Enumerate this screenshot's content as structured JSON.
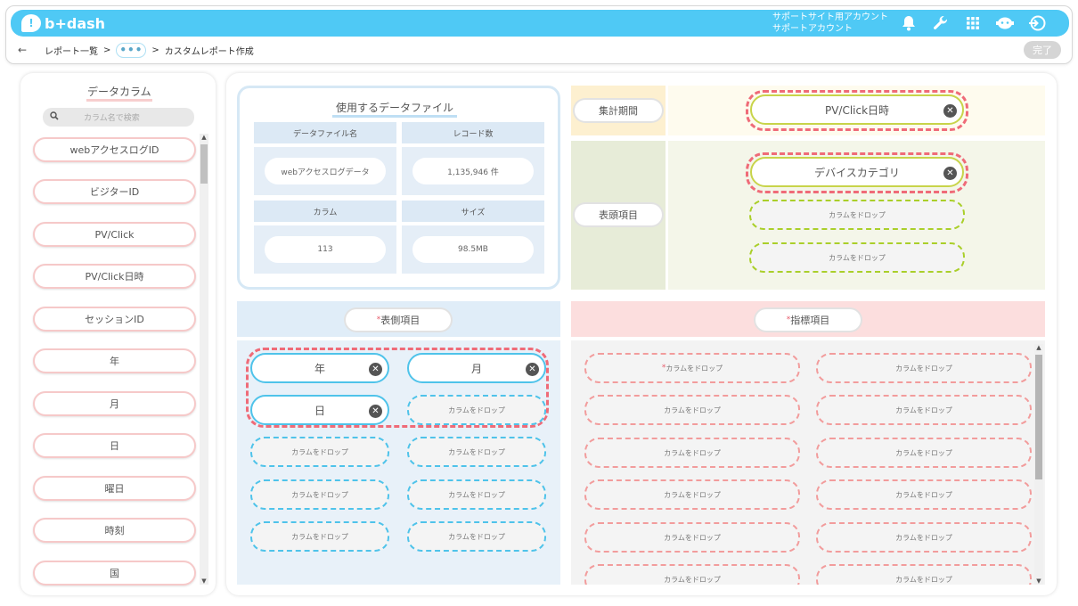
{
  "header": {
    "logo_text": "b+dash",
    "account_line1": "サポートサイト用アカウント",
    "account_line2": "サポートアカウント",
    "icons": [
      "bell-icon",
      "wrench-icon",
      "grid-icon",
      "chat-bot-icon",
      "logout-icon"
    ],
    "accent_color": "#4fc9f5"
  },
  "breadcrumb": {
    "back": "←",
    "root": "レポート一覧",
    "sep": ">",
    "more": "•••",
    "current": "カスタムレポート作成"
  },
  "done_label": "完了",
  "data_columns": {
    "title": "データカラム",
    "search_placeholder": "カラム名で検索",
    "items": [
      "webアクセスログID",
      "ビジターID",
      "PV/Click",
      "PV/Click日時",
      "セッションID",
      "年",
      "月",
      "日",
      "曜日",
      "時刻",
      "国"
    ]
  },
  "data_file": {
    "title": "使用するデータファイル",
    "headers": {
      "name": "データファイル名",
      "records": "レコード数",
      "columns": "カラム",
      "size": "サイズ"
    },
    "values": {
      "name": "webアクセスログデータ",
      "records": "1,135,946 件",
      "columns": "113",
      "size": "98.5MB"
    }
  },
  "period": {
    "label": "集計期間",
    "chip": "PV/Click日時"
  },
  "header_items": {
    "label": "表頭項目",
    "chip": "デバイスカテゴリ",
    "drops": [
      "カラムをドロップ",
      "カラムをドロップ"
    ]
  },
  "row_items": {
    "label": "表側項目",
    "required_mark": "*",
    "chips": [
      "年",
      "月",
      "日"
    ],
    "drops": [
      "カラムをドロップ",
      "カラムをドロップ",
      "カラムをドロップ",
      "カラムをドロップ",
      "カラムをドロップ",
      "カラムをドロップ",
      "カラムをドロップ"
    ]
  },
  "metrics": {
    "label": "指標項目",
    "required_mark": "*",
    "first_drop": "カラムをドロップ",
    "drop_text": "カラムをドロップ",
    "drops": [
      "カラムをドロップ",
      "カラムをドロップ",
      "カラムをドロップ",
      "カラムをドロップ",
      "カラムをドロップ",
      "カラムをドロップ",
      "カラムをドロップ",
      "カラムをドロップ",
      "カラムをドロップ",
      "カラムをドロップ",
      "カラムをドロップ",
      "カラムをドロップ"
    ]
  },
  "colors": {
    "period_bg": "#fdf0d0",
    "header_bg": "#e7ecd8",
    "rows_bg": "#e0edf8",
    "metrics_bg": "#fcdede",
    "selection_outline": "#ef6b78"
  }
}
